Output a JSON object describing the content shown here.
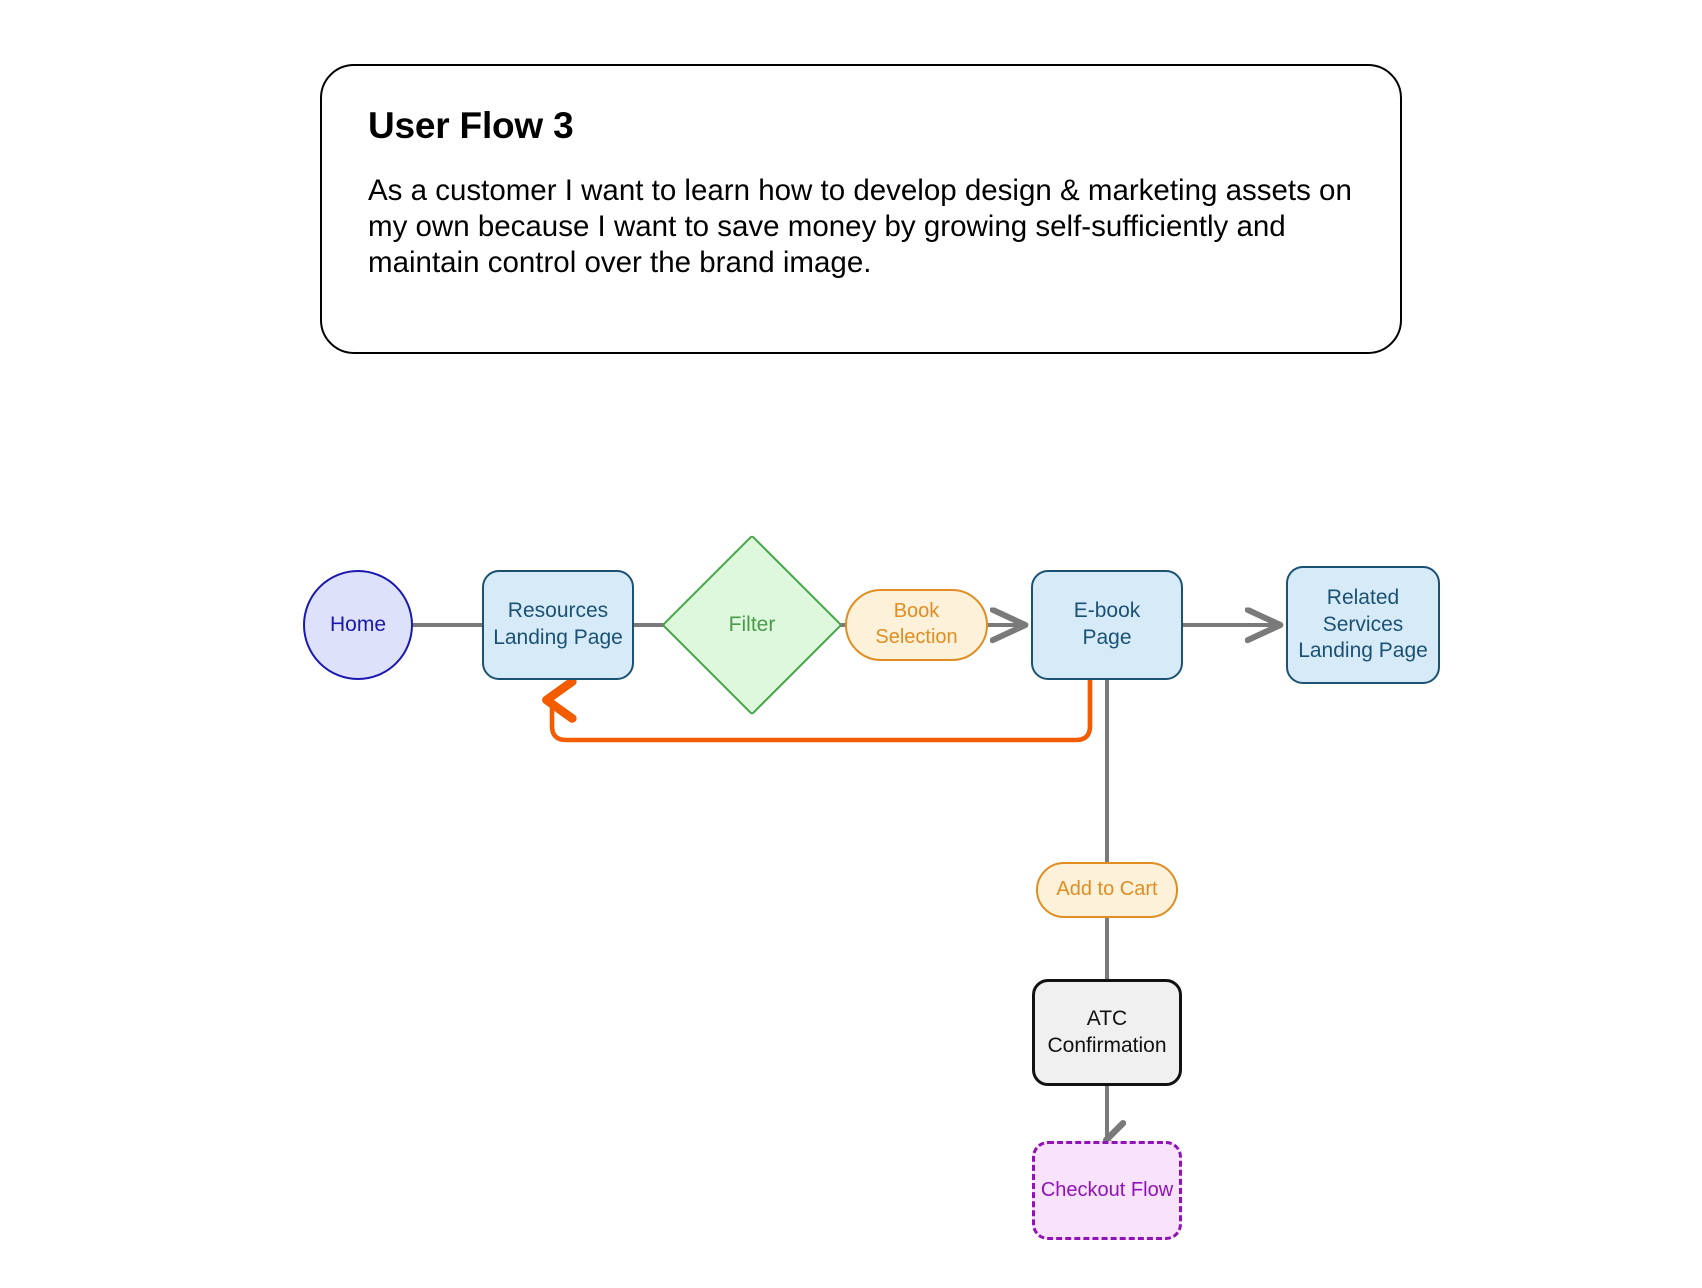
{
  "card": {
    "title": "User Flow 3",
    "description": "As a customer I want to learn how to develop design & marketing assets on my own because I want to save money by growing self-sufficiently and maintain control over the brand image."
  },
  "diagram": {
    "nodes": [
      {
        "id": "home",
        "label": "Home",
        "shape": "circle",
        "fill": "#dde2fa",
        "stroke": "#1a18b0",
        "text": "#1a18b0"
      },
      {
        "id": "resources",
        "label": "Resources\nLanding Page",
        "shape": "rounded",
        "fill": "#d6eaf8",
        "stroke": "#1b5273",
        "text": "#1b5273"
      },
      {
        "id": "filter",
        "label": "Filter",
        "shape": "diamond",
        "fill": "#ddf8dd",
        "stroke": "#46a546",
        "text": "#4a9a4a"
      },
      {
        "id": "book",
        "label": "Book\nSelection",
        "shape": "pill",
        "fill": "#fdf1da",
        "stroke": "#e08d23",
        "text": "#e08d23"
      },
      {
        "id": "ebook",
        "label": "E-book\nPage",
        "shape": "rounded",
        "fill": "#d6eaf8",
        "stroke": "#1b5273",
        "text": "#1b5273"
      },
      {
        "id": "related",
        "label": "Related\nServices\nLanding Page",
        "shape": "rounded",
        "fill": "#d6eaf8",
        "stroke": "#1b5273",
        "text": "#1b5273"
      },
      {
        "id": "addtocart",
        "label": "Add to Cart",
        "shape": "pill",
        "fill": "#fdf1da",
        "stroke": "#e08d23",
        "text": "#e08d23"
      },
      {
        "id": "atc",
        "label": "ATC\nConfirmation",
        "shape": "rounded",
        "fill": "#f0f0f0",
        "stroke": "#121212",
        "text": "#121212"
      },
      {
        "id": "checkout",
        "label": "Checkout Flow",
        "shape": "dashed",
        "fill": "#f9e2fb",
        "stroke": "#9013b8",
        "text": "#9013b8"
      }
    ],
    "edges": [
      {
        "from": "home",
        "to": "resources",
        "style": "solid",
        "color": "#7a7a7a",
        "arrow": false
      },
      {
        "from": "resources",
        "to": "filter",
        "style": "solid",
        "color": "#7a7a7a",
        "arrow": false
      },
      {
        "from": "filter",
        "to": "book",
        "style": "solid",
        "color": "#7a7a7a",
        "arrow": false
      },
      {
        "from": "book",
        "to": "ebook",
        "style": "solid",
        "color": "#7a7a7a",
        "arrow": true
      },
      {
        "from": "ebook",
        "to": "related",
        "style": "solid",
        "color": "#7a7a7a",
        "arrow": true
      },
      {
        "from": "ebook",
        "to": "addtocart",
        "style": "solid",
        "color": "#7a7a7a",
        "arrow": false
      },
      {
        "from": "addtocart",
        "to": "atc",
        "style": "solid",
        "color": "#7a7a7a",
        "arrow": false
      },
      {
        "from": "atc",
        "to": "checkout",
        "style": "solid",
        "color": "#7a7a7a",
        "arrow": true
      },
      {
        "from": "ebook",
        "to": "resources",
        "style": "loop",
        "color": "#f35c00",
        "arrow": true
      }
    ]
  }
}
